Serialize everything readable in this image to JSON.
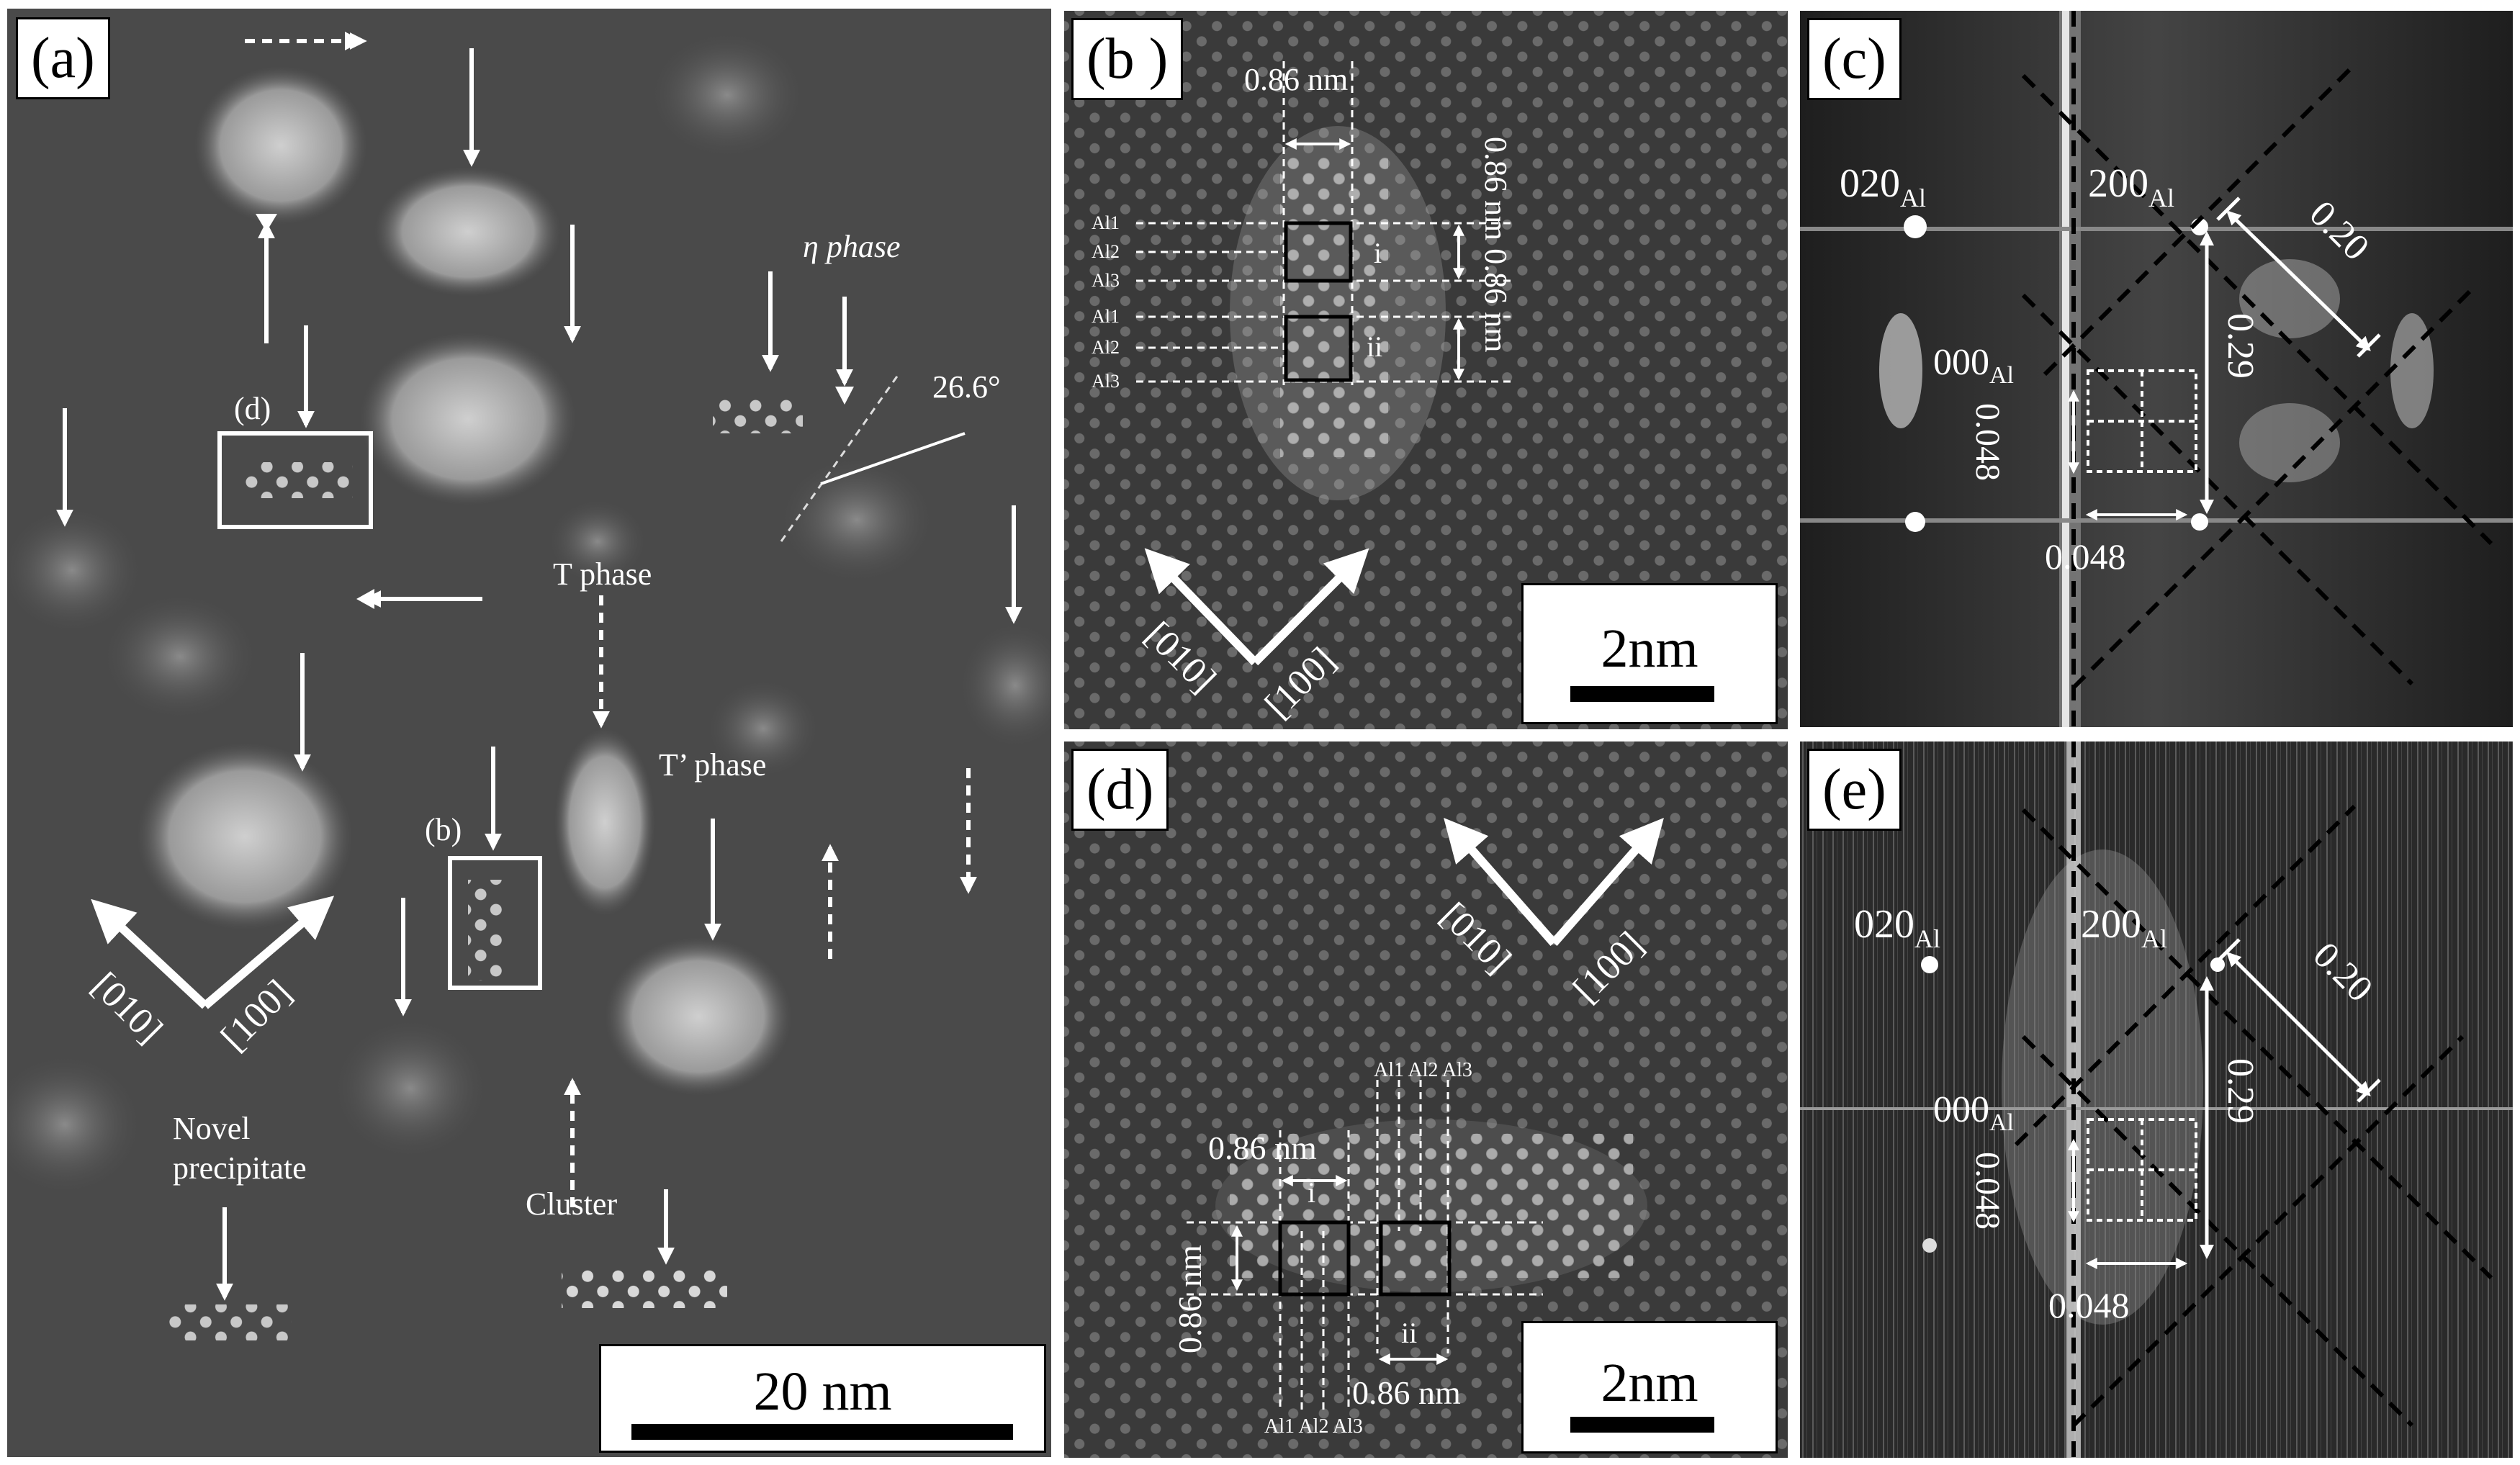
{
  "panels": {
    "a": {
      "label": "(a)",
      "scale_bar": "20 nm",
      "eta_phase": "η phase",
      "angle": "26.6°",
      "t_phase": "T phase",
      "t_prime_phase": "T’ phase",
      "novel_line1": "Novel",
      "novel_line2": "precipitate",
      "cluster": "Cluster",
      "box_b": "(b)",
      "box_d": "(d)",
      "dir_010": "[010]",
      "dir_100": "[100]"
    },
    "b": {
      "label": "(b )",
      "scale_bar": "2nm",
      "dim_top": "0.86 nm",
      "dim_right": "0.86 nm 0.86 nm",
      "al1": "Al1",
      "al2": "Al2",
      "al3": "Al3",
      "al1b": "Al1",
      "al2b": "Al2",
      "al3b": "Al3",
      "cell_i": "i",
      "cell_ii": "ii",
      "dir_010": "[010]",
      "dir_100": "[100]"
    },
    "c": {
      "label": "(c)",
      "spot_020": "020",
      "spot_200": "200",
      "spot_000": "000",
      "sub_al": "Al",
      "d_020": "0.20",
      "d_029": "0.29",
      "d_048v": "0.048",
      "d_048h": "0.048"
    },
    "d": {
      "label": "(d)",
      "scale_bar": "2nm",
      "dim_left_top": "0.86 nm",
      "dim_left": "0.86 nm",
      "dim_bottom": "0.86 nm",
      "top_al": "Al1 Al2 Al3",
      "bottom_al": "Al1 Al2 Al3",
      "cell_i": "i",
      "cell_ii": "ii",
      "dir_010": "[010]",
      "dir_100": "[100]"
    },
    "e": {
      "label": "(e)",
      "spot_020": "020",
      "spot_200": "200",
      "spot_000": "000",
      "sub_al": "Al",
      "d_020": "0.20",
      "d_029": "0.29",
      "d_048v": "0.048",
      "d_048h": "0.048"
    }
  },
  "colors": {
    "annotation": "#ffffff",
    "background": "#ffffff",
    "dashed_grid": "#000000"
  }
}
